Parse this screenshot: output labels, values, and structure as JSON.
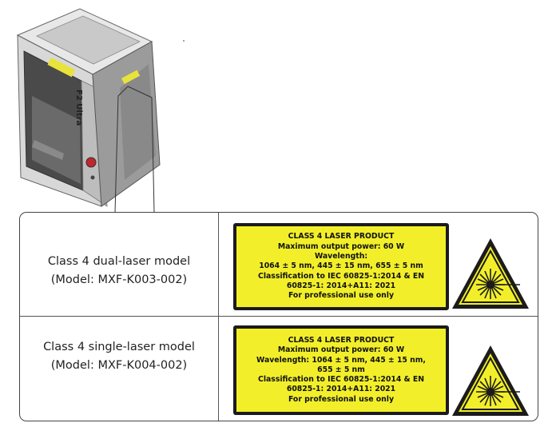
{
  "rows": [
    {
      "model_line1": "Class 4 dual-laser model",
      "model_line2": "(Model: MXF-K003-002)",
      "label_lines": [
        "CLASS 4 LASER PRODUCT",
        "Maximum output power: 60 W",
        "Wavelength:",
        "1064 ± 5 nm, 445 ± 15 nm, 655 ± 5 nm",
        "Classification to IEC 60825-1:2014 & EN",
        "60825-1: 2014+A11: 2021",
        "For professional use only"
      ]
    },
    {
      "model_line1": "Class 4 single-laser model",
      "model_line2": "(Model: MXF-K004-002)",
      "label_lines": [
        "CLASS 4 LASER PRODUCT",
        "Maximum output power: 60 W",
        "Wavelength: 1064 ± 5 nm, 445 ± 15 nm,",
        "655 ± 5 nm",
        "Classification to IEC 60825-1:2014 & EN",
        "60825-1: 2014+A11: 2021",
        "For professional use only"
      ]
    }
  ],
  "device": {
    "brand_text": "F2 Ultra"
  },
  "colors": {
    "label_yellow": "#f2ef2a",
    "border": "#1b1b1b"
  }
}
